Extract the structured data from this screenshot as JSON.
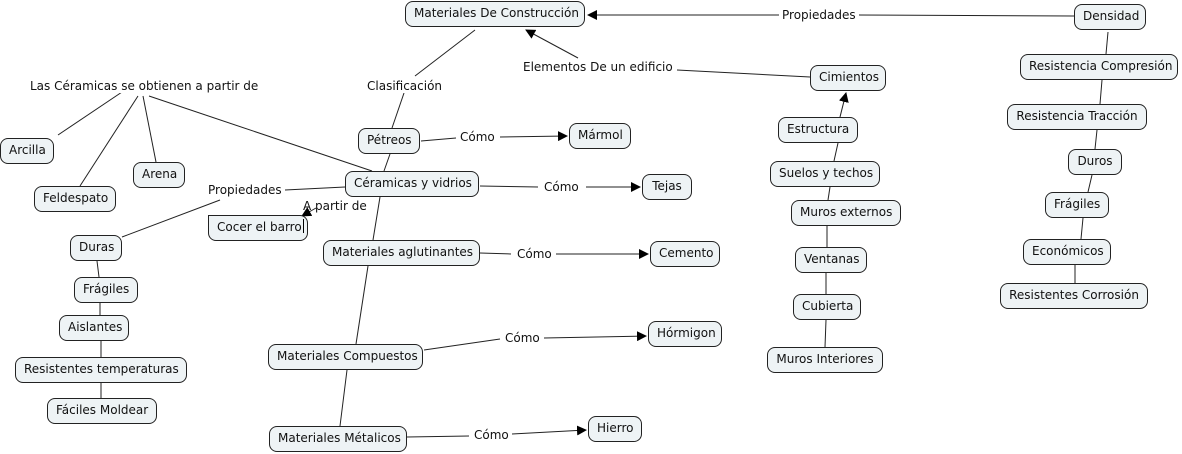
{
  "concept_map": {
    "title": "Materiales De Construcción",
    "nodes": {
      "materiales": "Materiales De Construcción",
      "densidad": "Densidad",
      "res_compresion": "Resistencia Compresión",
      "res_traccion": "Resistencia Tracción",
      "duros": "Duros",
      "fragiles_r": "Frágiles",
      "economicos": "Económicos",
      "res_corrosion": "Resistentes Corrosión",
      "cimientos": "Cimientos",
      "estructura": "Estructura",
      "suelos": "Suelos y techos",
      "muros_ext": "Muros externos",
      "ventanas": "Ventanas",
      "cubierta": "Cubierta",
      "muros_int": "Muros Interiores",
      "petreos": "Pétreos",
      "marmol": "Mármol",
      "ceramicas": "Céramicas y vidrios",
      "tejas": "Tejas",
      "aglutinantes": "Materiales aglutinantes",
      "cemento": "Cemento",
      "compuestos": "Materiales Compuestos",
      "hormigon": "Hórmigon",
      "metalicos": "Materiales Métalicos",
      "hierro": "Hierro",
      "cocer": "Cocer el barro",
      "arcilla": "Arcilla",
      "feldespato": "Feldespato",
      "arena": "Arena",
      "duras": "Duras",
      "fragiles_l": "Frágiles",
      "aislantes": "Aislantes",
      "res_temp": "Resistentes temperaturas",
      "faciles": "Fáciles Moldear"
    },
    "link_labels": {
      "propiedades_top": "Propiedades",
      "elementos": "Elementos De un edificio",
      "clasificacion": "Clasificación",
      "obtienen": "Las Céramicas se obtienen a partir de",
      "como_marmol": "Cómo",
      "como_tejas": "Cómo",
      "como_cemento": "Cómo",
      "como_hormigon": "Cómo",
      "como_hierro": "Cómo",
      "propiedades_ceram": "Propiedades",
      "a_partir_de": "A partir de"
    },
    "editing_node": "cocer"
  }
}
